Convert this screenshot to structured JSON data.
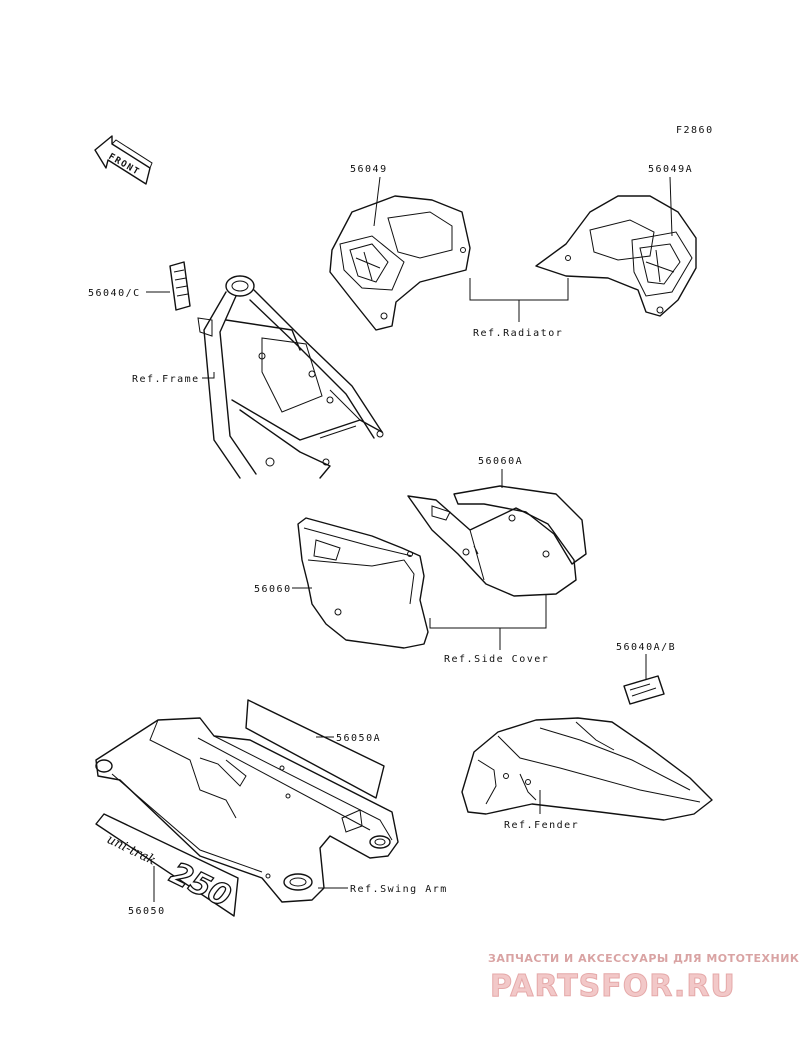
{
  "figure_code": "F2860",
  "front_label": "FRONT",
  "labels": {
    "p56049": "56049",
    "p56049A": "56049A",
    "p56040C": "56040/C",
    "ref_radiator": "Ref.Radiator",
    "ref_frame": "Ref.Frame",
    "p56060A": "56060A",
    "p56060": "56060",
    "ref_side_cover": "Ref.Side Cover",
    "p56040AB": "56040A/B",
    "p56050A": "56050A",
    "ref_fender": "Ref.Fender",
    "ref_swing_arm": "Ref.Swing Arm",
    "p56050": "56050"
  },
  "decal_text": {
    "uni_trak": "uni-trak",
    "model_250": "250"
  },
  "watermark": {
    "tagline": "ЗАПЧАСТИ И АКСЕССУАРЫ ДЛЯ МОТОТЕХНИКИ",
    "logo": "PARTSFOR.RU"
  }
}
